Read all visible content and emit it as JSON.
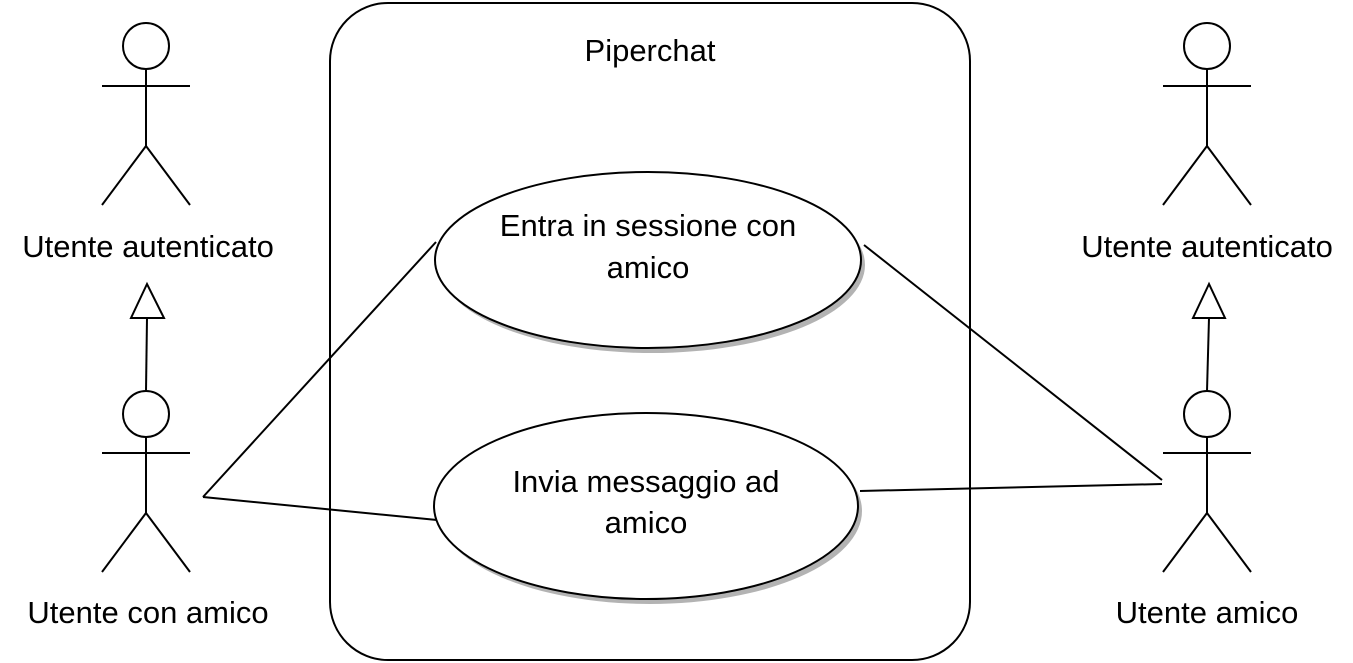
{
  "diagram": {
    "system": {
      "title": "Piperchat"
    },
    "use_cases": [
      {
        "line1": "Entra in sessione con",
        "line2": "amico"
      },
      {
        "line1": "Invia messaggio ad",
        "line2": "amico"
      }
    ],
    "actors": [
      {
        "label": "Utente autenticato"
      },
      {
        "label": "Utente con amico"
      },
      {
        "label": "Utente autenticato"
      },
      {
        "label": "Utente amico"
      }
    ],
    "relations": [
      {
        "from": "Utente con amico",
        "to": "Utente autenticato",
        "type": "generalization"
      },
      {
        "from": "Utente amico",
        "to": "Utente autenticato",
        "type": "generalization"
      },
      {
        "from": "Utente con amico",
        "to": "Entra in sessione con amico",
        "type": "association"
      },
      {
        "from": "Utente con amico",
        "to": "Invia messaggio ad amico",
        "type": "association"
      },
      {
        "from": "Utente amico",
        "to": "Entra in sessione con amico",
        "type": "association"
      },
      {
        "from": "Utente amico",
        "to": "Invia messaggio ad amico",
        "type": "association"
      }
    ],
    "colors": {
      "stroke": "#000000",
      "shadow": "#b3b3b3",
      "background": "#ffffff"
    }
  }
}
